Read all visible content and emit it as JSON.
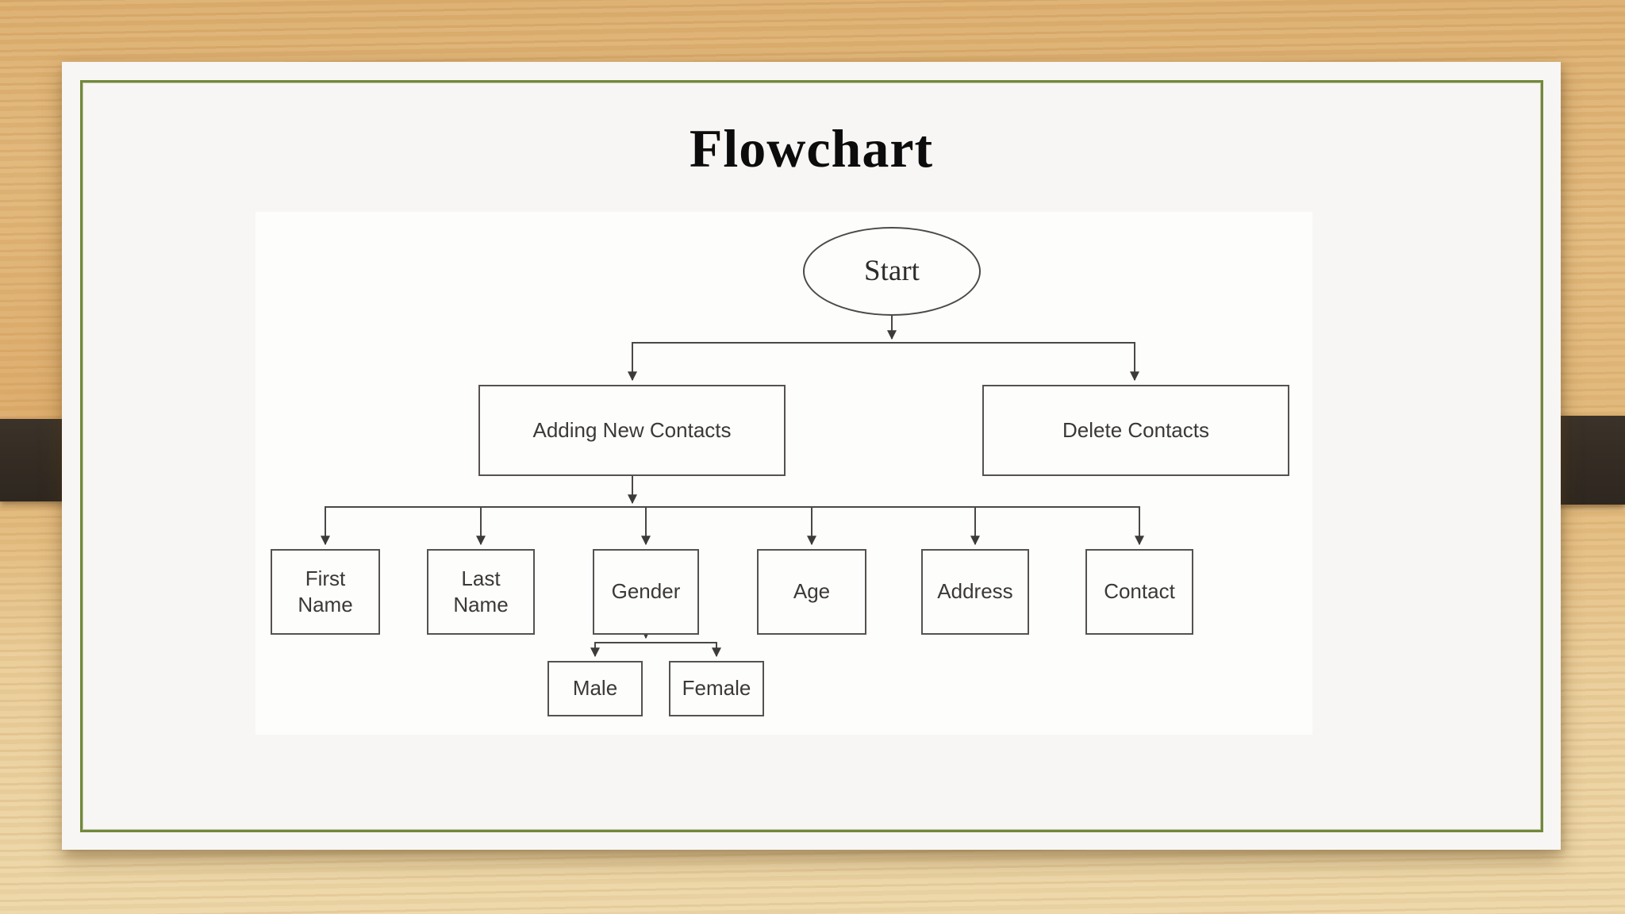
{
  "slide": {
    "title": "Flowchart"
  },
  "flowchart": {
    "nodes": {
      "start": {
        "label": "Start",
        "type": "ellipse"
      },
      "adding": {
        "label": "Adding New Contacts",
        "type": "process"
      },
      "delete": {
        "label": "Delete Contacts",
        "type": "process"
      },
      "first_name": {
        "label": "First Name",
        "type": "process"
      },
      "last_name": {
        "label": "Last Name",
        "type": "process"
      },
      "gender": {
        "label": "Gender",
        "type": "process"
      },
      "age": {
        "label": "Age",
        "type": "process"
      },
      "address": {
        "label": "Address",
        "type": "process"
      },
      "contact": {
        "label": "Contact",
        "type": "process"
      },
      "male": {
        "label": "Male",
        "type": "process"
      },
      "female": {
        "label": "Female",
        "type": "process"
      }
    },
    "edges": [
      {
        "from": "start",
        "to": "adding"
      },
      {
        "from": "start",
        "to": "delete"
      },
      {
        "from": "adding",
        "to": "first_name"
      },
      {
        "from": "adding",
        "to": "last_name"
      },
      {
        "from": "adding",
        "to": "gender"
      },
      {
        "from": "adding",
        "to": "age"
      },
      {
        "from": "adding",
        "to": "address"
      },
      {
        "from": "adding",
        "to": "contact"
      },
      {
        "from": "gender",
        "to": "male"
      },
      {
        "from": "gender",
        "to": "female"
      }
    ]
  },
  "colors": {
    "slide_background": "#f7f6f4",
    "panel_background": "#fdfdfc",
    "border_accent_green": "#72883a",
    "wood_background": "#e5bd82",
    "strap_dark_brown": "#352d24",
    "connector_gray": "#4a4847",
    "title_text": "#0c0c0c"
  }
}
